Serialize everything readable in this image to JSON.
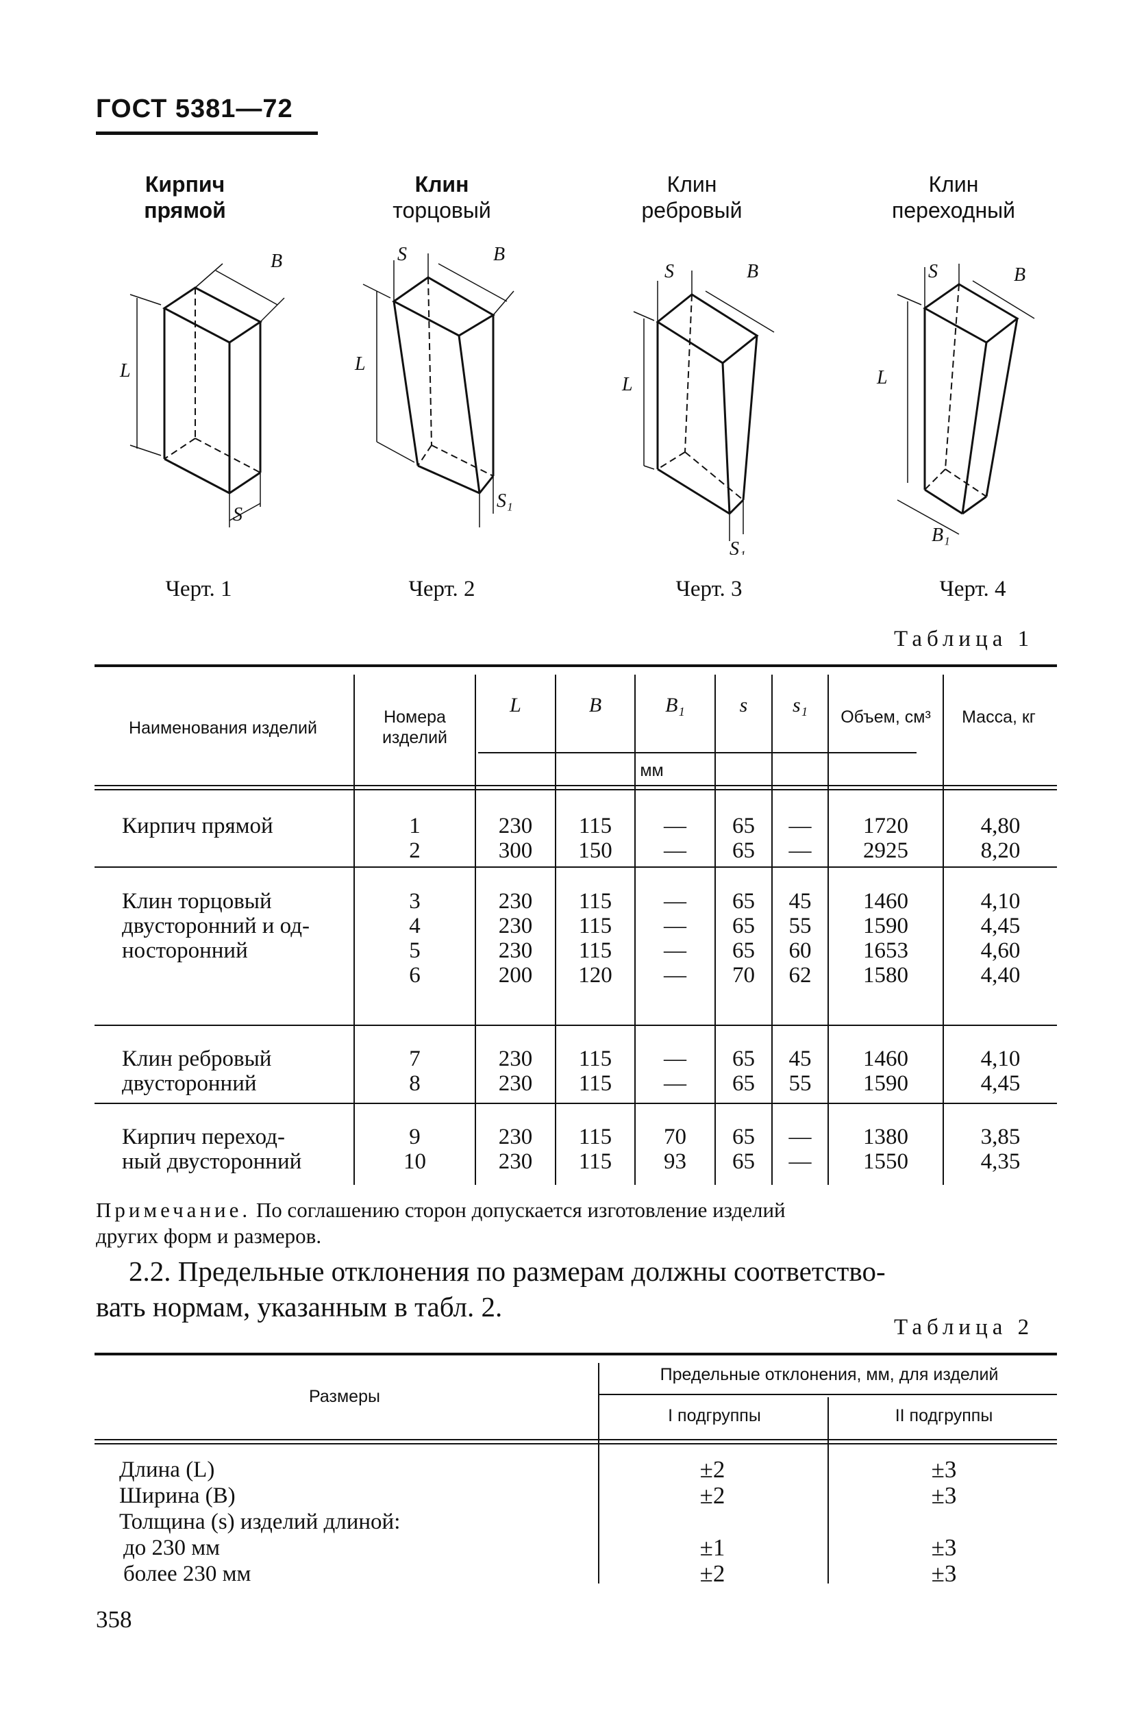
{
  "header": {
    "standard": "ГОСТ 5381—72"
  },
  "figures": [
    {
      "title_line1": "Кирпич",
      "title_line2": "прямой",
      "caption": "Черт. 1"
    },
    {
      "title_line1": "Клин",
      "title_line2": "торцовый",
      "caption": "Черт. 2"
    },
    {
      "title_line1": "Клин",
      "title_line2": "ребровый",
      "caption": "Черт. 3"
    },
    {
      "title_line1": "Клин",
      "title_line2": "переходный",
      "caption": "Черт. 4"
    }
  ],
  "dim_labels": {
    "L": "L",
    "B": "B",
    "S": "S",
    "S1": "S₁",
    "B1": "B₁"
  },
  "table1": {
    "label": "Таблица 1",
    "headers": {
      "name": "Наименования изделий",
      "number": "Номера изделий",
      "L": "L",
      "B": "B",
      "B1": "B₁",
      "s": "s",
      "s1": "s₁",
      "unit": "мм",
      "volume": "Объем, см³",
      "mass": "Масса, кг"
    },
    "groups": [
      {
        "name": "Кирпич прямой",
        "rows": [
          [
            "1",
            "230",
            "115",
            "—",
            "65",
            "—",
            "1720",
            "4,80"
          ],
          [
            "2",
            "300",
            "150",
            "—",
            "65",
            "—",
            "2925",
            "8,20"
          ]
        ]
      },
      {
        "name": "Клин торцовый двусторонний и односторонний",
        "name_lines": [
          "Клин  торцовый",
          "двусторонний и од-",
          "носторонний"
        ],
        "rows": [
          [
            "3",
            "230",
            "115",
            "—",
            "65",
            "45",
            "1460",
            "4,10"
          ],
          [
            "4",
            "230",
            "115",
            "—",
            "65",
            "55",
            "1590",
            "4,45"
          ],
          [
            "5",
            "230",
            "115",
            "—",
            "65",
            "60",
            "1653",
            "4,60"
          ],
          [
            "6",
            "200",
            "120",
            "—",
            "70",
            "62",
            "1580",
            "4,40"
          ]
        ]
      },
      {
        "name_lines": [
          "Клин  ребровый",
          "двусторонний"
        ],
        "rows": [
          [
            "7",
            "230",
            "115",
            "—",
            "65",
            "45",
            "1460",
            "4,10"
          ],
          [
            "8",
            "230",
            "115",
            "—",
            "65",
            "55",
            "1590",
            "4,45"
          ]
        ]
      },
      {
        "name_lines": [
          "Кирпич  переход-",
          "ный двусторонний"
        ],
        "rows": [
          [
            "9",
            "230",
            "115",
            "70",
            "65",
            "—",
            "1380",
            "3,85"
          ],
          [
            "10",
            "230",
            "115",
            "93",
            "65",
            "—",
            "1550",
            "4,35"
          ]
        ]
      }
    ]
  },
  "note": {
    "lead": "Примечание.",
    "text": " По соглашению сторон допускается  изготовление  изделий",
    "text2": "других форм и размеров."
  },
  "para_2_2": {
    "line1": "2.2. Предельные отклонения по размерам должны соответство-",
    "line2": "вать нормам, указанным в табл. 2."
  },
  "table2": {
    "label": "Таблица 2",
    "headers": {
      "dims": "Размеры",
      "deviations": "Предельные отклонения, мм, для изделий",
      "sub1": "I  подгруппы",
      "sub2": "II  подгруппы"
    },
    "rows": [
      {
        "label": "Длина (L)",
        "g1": "±2",
        "g2": "±3"
      },
      {
        "label": "Ширина (B)",
        "g1": "±2",
        "g2": "±3"
      },
      {
        "label": "Толщина (s) изделий длиной:",
        "g1": "",
        "g2": ""
      },
      {
        "label": "до 230 мм",
        "g1": "±1",
        "g2": "±3"
      },
      {
        "label": "более 230 мм",
        "g1": "±2",
        "g2": "±3"
      }
    ]
  },
  "page_number": "358"
}
